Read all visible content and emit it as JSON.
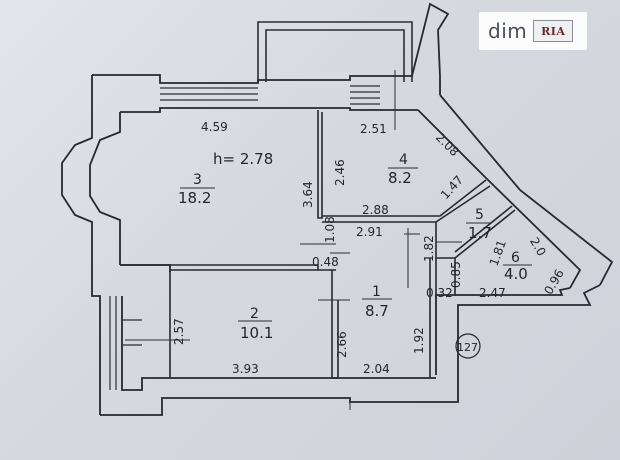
{
  "watermark": {
    "brand": "dim",
    "badge": "RIA"
  },
  "floor_plan": {
    "ceiling_height": "h= 2.78",
    "rooms": [
      {
        "number": "1",
        "area": "8.7"
      },
      {
        "number": "2",
        "area": "10.1"
      },
      {
        "number": "3",
        "area": "18.2"
      },
      {
        "number": "4",
        "area": "8.2"
      },
      {
        "number": "5",
        "area": "1.7"
      },
      {
        "number": "6",
        "area": "4.0"
      }
    ],
    "dimensions": {
      "d_459": "4.59",
      "d_251": "2.51",
      "d_208": "2.08",
      "d_246": "2.46",
      "d_364": "3.64",
      "d_147": "1.47",
      "d_288": "2.88",
      "d_291": "2.91",
      "d_108": "1.08",
      "d_181": "1.81",
      "d_20": "2.0",
      "d_182": "1.82",
      "d_048": "0.48",
      "d_085": "0.85",
      "d_096": "0.96",
      "d_032": "0.32",
      "d_247": "2.47",
      "d_257": "2.57",
      "d_266": "2.66",
      "d_192": "1.92",
      "d_393": "3.93",
      "d_204": "2.04"
    },
    "stamp": "127"
  }
}
